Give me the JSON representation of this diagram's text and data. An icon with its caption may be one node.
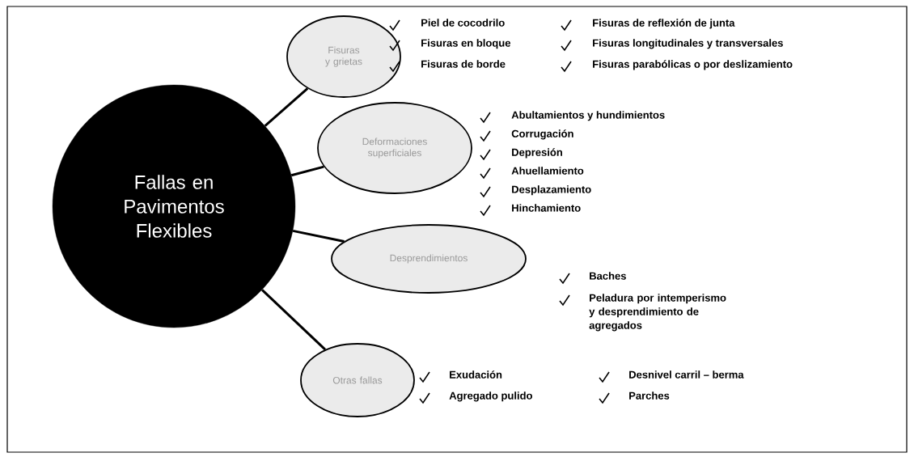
{
  "diagram": {
    "nodes": [
      {
        "text": [
          "Fallas en Pavimentos Flexibles"
        ]
      },
      {
        "text": [
          "Fisuras y grietas"
        ],
        "beside": [
          "Piel de cocodrilo",
          "Fisuras de reflexión de junta",
          "Fisuras en bloque",
          "Fisuras longitudinales y transversales",
          "Fisuras de borde",
          "Fisuras parabólicas o por deslizamiento"
        ]
      },
      {
        "text": [
          "Deformaciones superficiales"
        ],
        "beside": [
          "Abultamientos y hundimientos",
          "Corrugación",
          "Depresión",
          "Ahuellamiento",
          "Desplazamiento",
          "Hinchamiento"
        ]
      },
      {
        "text": [
          "Desprendimientos"
        ],
        "beside": [
          "Baches",
          "Peladura por intemperismo y desprendimiento de agregados"
        ]
      },
      {
        "text": [
          "Otras fallas"
        ],
        "beside": [
          "Exudación",
          "Desnivel carril – berma",
          "Agregado pulido",
          "Parches"
        ]
      }
    ],
    "edges": [
      {
        "from": 0,
        "to": 1,
        "arrow": "none"
      },
      {
        "from": 0,
        "to": 2,
        "arrow": "none"
      },
      {
        "from": 0,
        "to": 3,
        "arrow": "none"
      },
      {
        "from": 0,
        "to": 4,
        "arrow": "none"
      }
    ]
  }
}
